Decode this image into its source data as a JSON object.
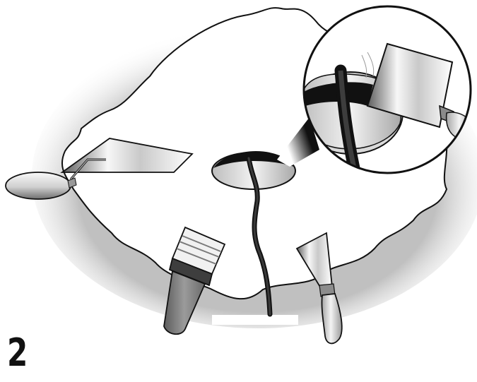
{
  "step": {
    "number": "2"
  },
  "illustration": {
    "elements": [
      "concrete-slab",
      "hole",
      "cable",
      "magnified-hole-inset",
      "putty-knife",
      "trowel",
      "paint-brush",
      "small-spatula"
    ]
  },
  "colors": {
    "outline": "#111111",
    "background": "#ffffff",
    "metal_light": "#f4f4f4",
    "metal_dark": "#6a6a6a",
    "cable": "#1c1c1c"
  }
}
